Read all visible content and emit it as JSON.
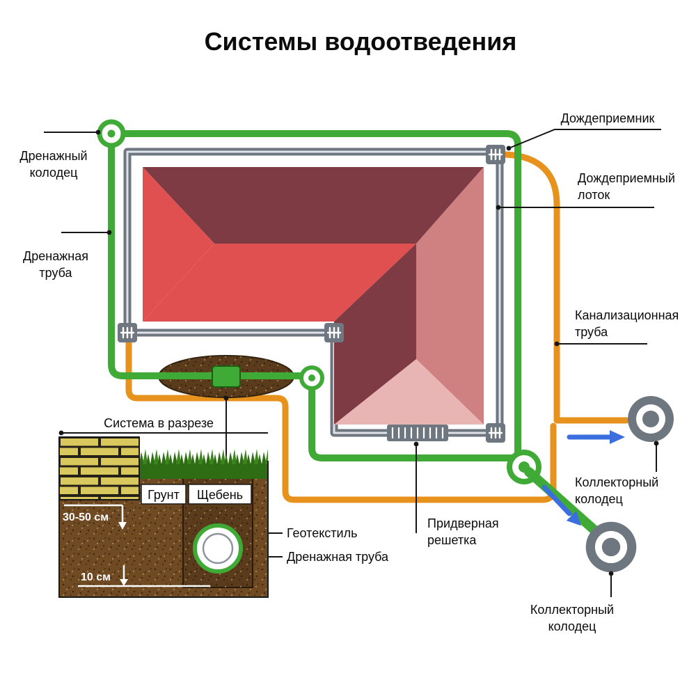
{
  "title": "Системы водоотведения",
  "plan": {
    "rain_inlet": "Дождеприемник",
    "drainage_well": [
      "Дренажный",
      "колодец"
    ],
    "rain_tray": [
      "Дождеприемный",
      "лоток"
    ],
    "drainage_pipe": [
      "Дренажная",
      "труба"
    ],
    "sewer_pipe": [
      "Канализационная",
      "труба"
    ],
    "collector_well_right": [
      "Коллекторный",
      "колодец"
    ],
    "collector_well_bottom": [
      "Коллекторный",
      "колодец"
    ],
    "door_grate": [
      "Придверная",
      "решетка"
    ],
    "cross_section_caption": "Система в разрезе"
  },
  "section": {
    "soil": "Грунт",
    "gravel": "Щебень",
    "geotextile": "Геотекстиль",
    "drainage_pipe": "Дренажная труба",
    "depth": "30-50 см",
    "bedding": "10 см"
  },
  "colors": {
    "pipe_green": "#3faa35",
    "pipe_orange": "#e8921e",
    "channel_gray": "#6e7680",
    "arrow_blue": "#3b6ede",
    "roof_dark": "#7e3b44",
    "roof_red": "#e05050",
    "roof_pink": "#cf8080",
    "roof_light_pink": "#e9b4b4",
    "soil_brown": "#6f4a23",
    "gravel_brown": "#5a3c1c",
    "brick_yellow": "#d9c85e",
    "grass_green": "#2f6d15"
  }
}
